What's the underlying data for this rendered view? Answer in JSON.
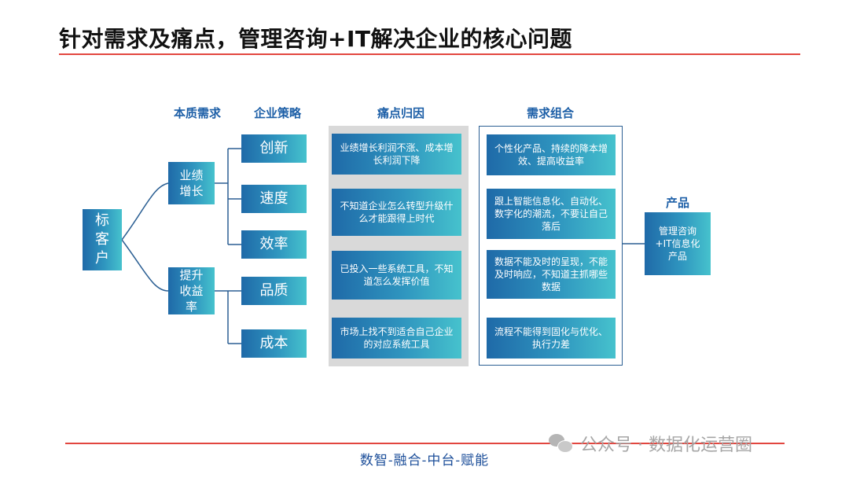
{
  "title": "针对需求及痛点，管理咨询+IT解决企业的核心问题",
  "headers": {
    "essence": "本质需求",
    "strategy": "企业策略",
    "pain": "痛点归因",
    "demand": "需求组合",
    "product": "产品"
  },
  "root": "标客户",
  "essence_items": [
    "业绩增长",
    "提升收益率"
  ],
  "strategy_items": [
    "创新",
    "速度",
    "效率",
    "品质",
    "成本"
  ],
  "pain_items": [
    "业绩增长利润不涨、成本增长利润下降",
    "不知道企业怎么转型升级什么才能跟得上时代",
    "已投入一些系统工具，不知道怎么发挥价值",
    "市场上找不到适合自己企业的对应系统工具"
  ],
  "demand_items": [
    "个性化产品、持续的降本增效、提高收益率",
    "跟上智能信息化、自动化、数字化的潮流，不要让自己落后",
    "数据不能及时的呈现，不能及时响应，不知道主抓哪些数据",
    "流程不能得到固化与优化、执行力差"
  ],
  "product": "管理咨询+IT信息化产品",
  "footer": "数智-融合-中台-赋能",
  "watermark": {
    "icon": "wechat-icon",
    "text": "公众号 · 数据化运营圈"
  },
  "colors": {
    "accent_red": "#e2463f",
    "box_start": "#1f6aa8",
    "box_end": "#46c2cd",
    "header_blue": "#1d5fa7"
  }
}
